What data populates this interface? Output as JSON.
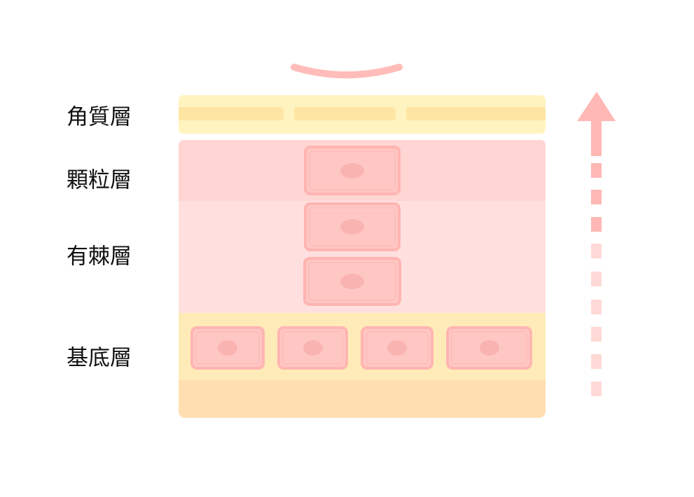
{
  "labels": {
    "corneum": "角質層",
    "granular": "顆粒層",
    "spinous": "有棘層",
    "basal": "基底層"
  },
  "colors": {
    "corneum": "#fff3c0",
    "granular": "#ffd6d3",
    "spinous": "#ffe0df",
    "basal": "#ffebb8",
    "dermis": "#ffdfb2",
    "cell": "#ffc7c4",
    "arrow": "#ffb8b4"
  }
}
